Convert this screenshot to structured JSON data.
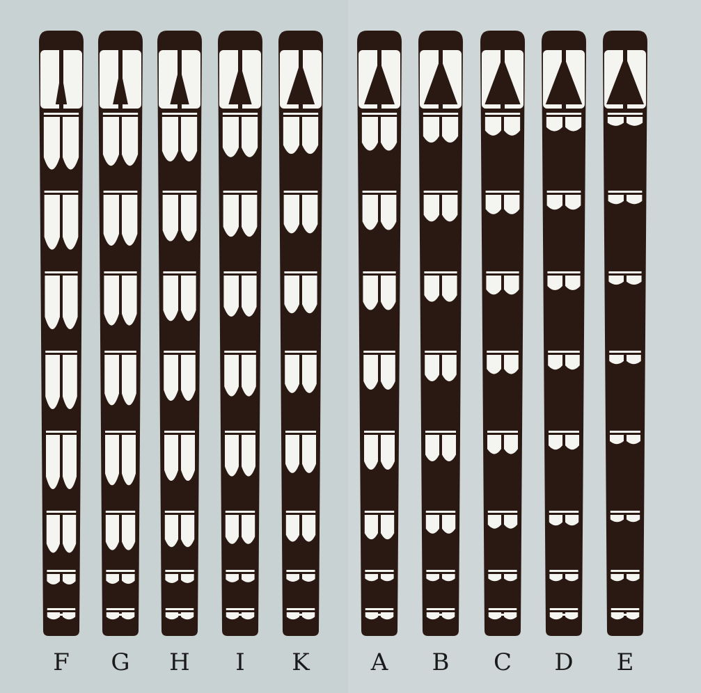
{
  "figure": {
    "specimens": [
      {
        "label": "F",
        "darkness": 0.05,
        "thorax_mark": 0.18
      },
      {
        "label": "G",
        "darkness": 0.12,
        "thorax_mark": 0.3
      },
      {
        "label": "H",
        "darkness": 0.2,
        "thorax_mark": 0.42
      },
      {
        "label": "I",
        "darkness": 0.28,
        "thorax_mark": 0.55
      },
      {
        "label": "K",
        "darkness": 0.34,
        "thorax_mark": 0.7
      },
      {
        "label": "A",
        "darkness": 0.4,
        "thorax_mark": 0.78
      },
      {
        "label": "B",
        "darkness": 0.55,
        "thorax_mark": 0.88
      },
      {
        "label": "C",
        "darkness": 0.68,
        "thorax_mark": 0.94
      },
      {
        "label": "D",
        "darkness": 0.76,
        "thorax_mark": 0.97
      },
      {
        "label": "E",
        "darkness": 0.86,
        "thorax_mark": 1.0
      }
    ],
    "colors": {
      "background": "#c9d2d3",
      "ink": "#2a1812",
      "paper": "#f4f5f1"
    }
  }
}
